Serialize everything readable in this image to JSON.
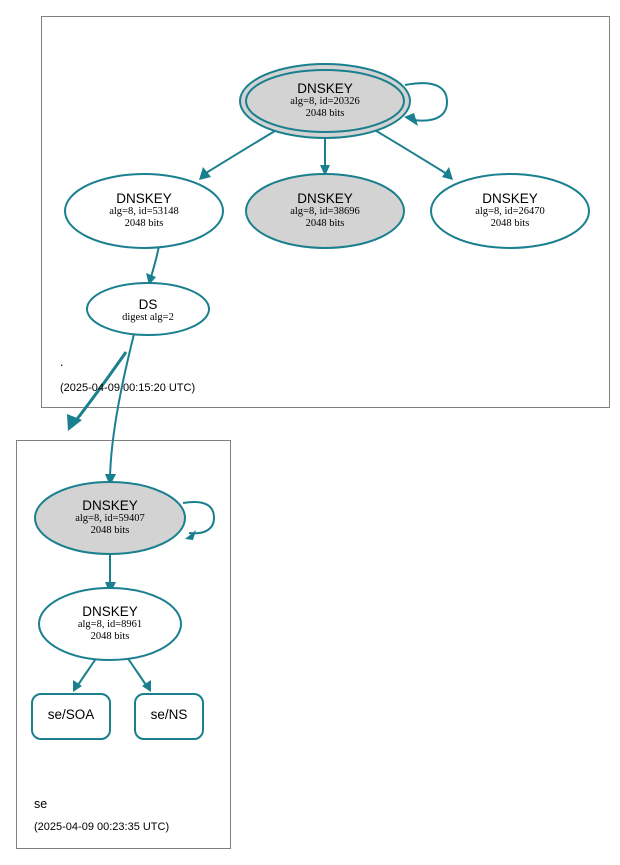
{
  "diagram": {
    "type": "dnssec-authentication-chain",
    "colors": {
      "edge": "#1a7f8e",
      "node_stroke": "#1a7f8e",
      "node_fill_white": "#ffffff",
      "node_fill_gray": "#d3d3d3",
      "cluster_border": "#808080",
      "text": "#000000"
    },
    "zones": [
      {
        "id": "root",
        "name": ".",
        "timestamp": "(2025-04-09 00:15:20 UTC)"
      },
      {
        "id": "se",
        "name": "se",
        "timestamp": "(2025-04-09 00:23:35 UTC)"
      }
    ],
    "nodes": [
      {
        "id": "root-ksk-20326",
        "zone": "root",
        "title": "DNSKEY",
        "line2": "alg=8, id=20326",
        "line3": "2048 bits",
        "shape": "double-ellipse",
        "fill": "gray"
      },
      {
        "id": "root-zsk-53148",
        "zone": "root",
        "title": "DNSKEY",
        "line2": "alg=8, id=53148",
        "line3": "2048 bits",
        "shape": "ellipse",
        "fill": "white"
      },
      {
        "id": "root-zsk-38696",
        "zone": "root",
        "title": "DNSKEY",
        "line2": "alg=8, id=38696",
        "line3": "2048 bits",
        "shape": "ellipse",
        "fill": "gray"
      },
      {
        "id": "root-zsk-26470",
        "zone": "root",
        "title": "DNSKEY",
        "line2": "alg=8, id=26470",
        "line3": "2048 bits",
        "shape": "ellipse",
        "fill": "white"
      },
      {
        "id": "root-ds",
        "zone": "root",
        "title": "DS",
        "line2": "digest alg=2",
        "line3": "",
        "shape": "ellipse",
        "fill": "white"
      },
      {
        "id": "se-ksk-59407",
        "zone": "se",
        "title": "DNSKEY",
        "line2": "alg=8, id=59407",
        "line3": "2048 bits",
        "shape": "ellipse",
        "fill": "gray"
      },
      {
        "id": "se-zsk-8961",
        "zone": "se",
        "title": "DNSKEY",
        "line2": "alg=8, id=8961",
        "line3": "2048 bits",
        "shape": "ellipse",
        "fill": "white"
      },
      {
        "id": "se-soa",
        "zone": "se",
        "title": "se/SOA",
        "line2": "",
        "line3": "",
        "shape": "rounded-box",
        "fill": "white"
      },
      {
        "id": "se-ns",
        "zone": "se",
        "title": "se/NS",
        "line2": "",
        "line3": "",
        "shape": "rounded-box",
        "fill": "white"
      }
    ],
    "edges": [
      {
        "from": "root-ksk-20326",
        "to": "root-ksk-20326",
        "style": "self-loop"
      },
      {
        "from": "root-ksk-20326",
        "to": "root-zsk-53148",
        "style": "solid"
      },
      {
        "from": "root-ksk-20326",
        "to": "root-zsk-38696",
        "style": "solid"
      },
      {
        "from": "root-ksk-20326",
        "to": "root-zsk-26470",
        "style": "solid"
      },
      {
        "from": "root-zsk-53148",
        "to": "root-ds",
        "style": "solid"
      },
      {
        "from": "root-ds",
        "to": "se-ksk-59407",
        "style": "solid"
      },
      {
        "from": "root-ds",
        "to": "se-cluster",
        "style": "thick-arrow"
      },
      {
        "from": "se-ksk-59407",
        "to": "se-ksk-59407",
        "style": "self-loop"
      },
      {
        "from": "se-ksk-59407",
        "to": "se-zsk-8961",
        "style": "solid"
      },
      {
        "from": "se-zsk-8961",
        "to": "se-soa",
        "style": "solid"
      },
      {
        "from": "se-zsk-8961",
        "to": "se-ns",
        "style": "solid"
      }
    ]
  }
}
